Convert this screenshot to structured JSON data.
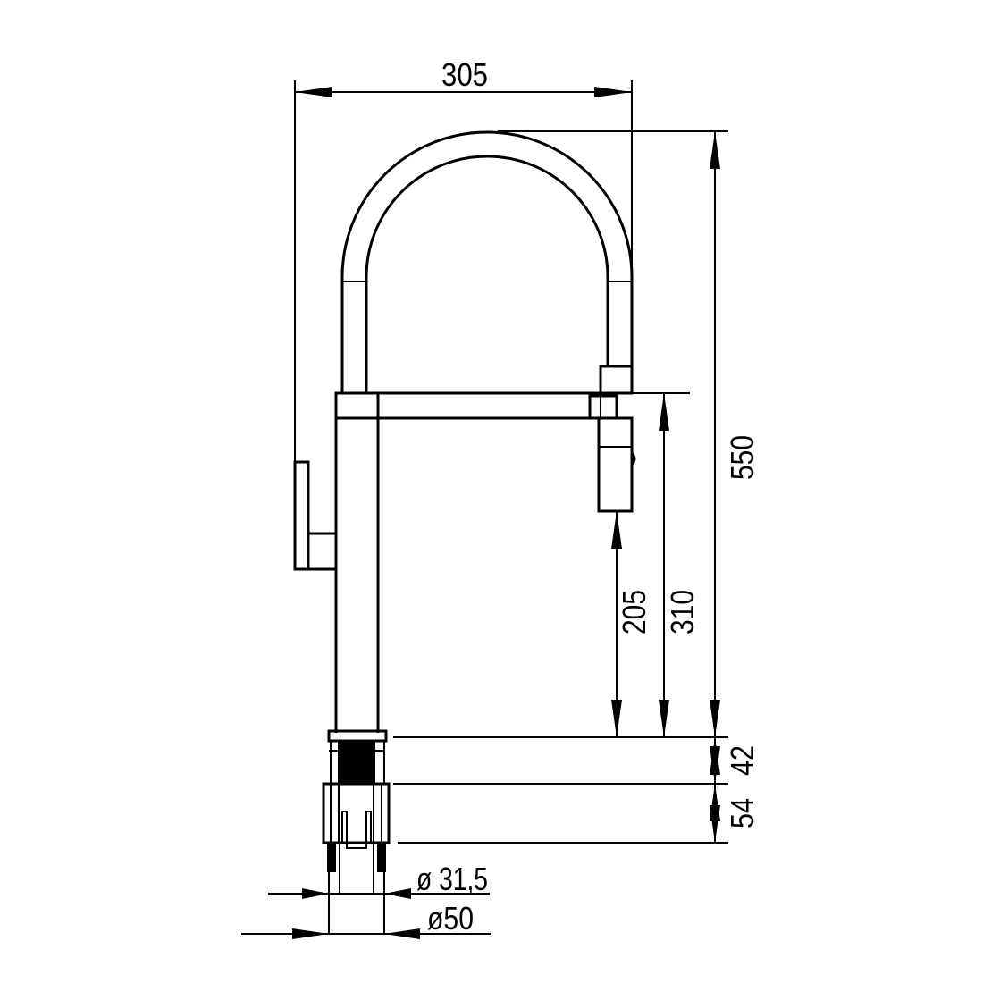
{
  "drawing": {
    "title": "Faucet dimension drawing",
    "units": "mm",
    "dimensions": {
      "total_width": "305",
      "total_height": "550",
      "spout_clearance": "205",
      "arm_height": "310",
      "base_upper": "42",
      "base_lower": "54",
      "shank_diameter": "ø 31,5",
      "base_diameter": "ø50"
    }
  }
}
